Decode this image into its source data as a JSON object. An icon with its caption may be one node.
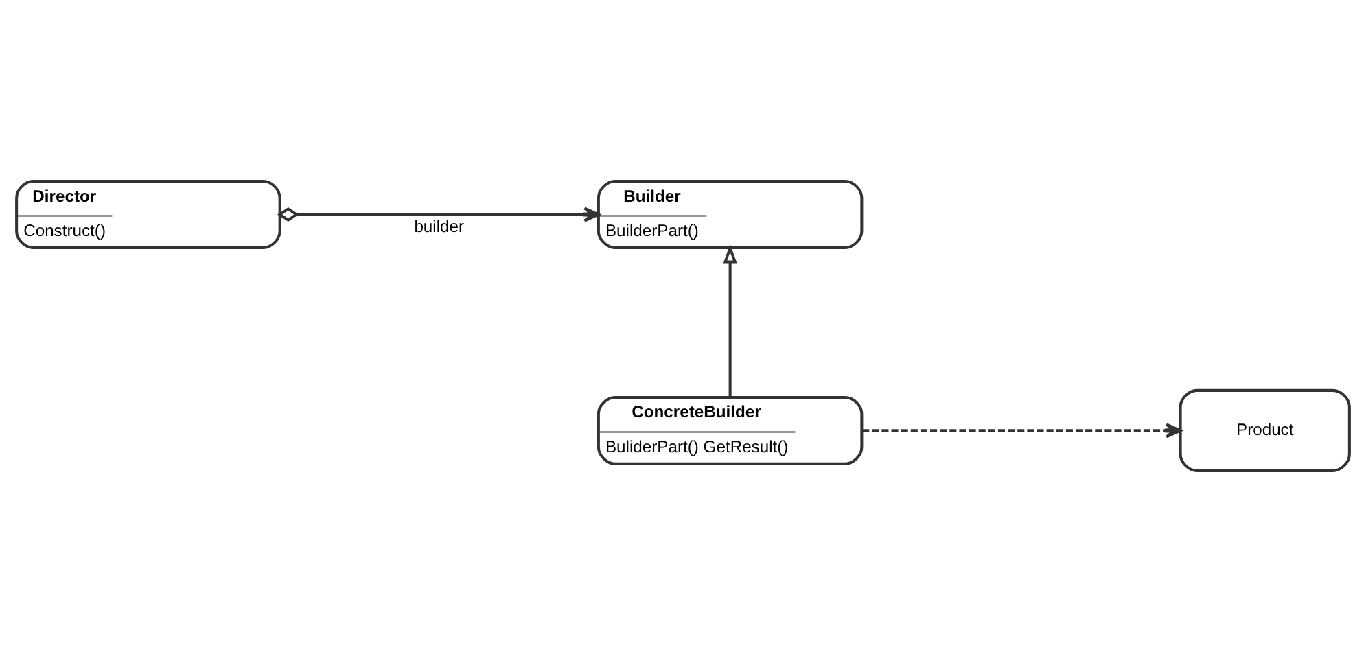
{
  "diagram": {
    "nodes": [
      {
        "text": [
          "Director",
          "Construct()"
        ]
      },
      {
        "text": [
          "Builder",
          "BuilderPart()"
        ]
      },
      {
        "text": [
          "ConcreteBuilder",
          "BuliderPart() GetResult()"
        ]
      },
      {
        "text": [
          "Product"
        ]
      }
    ],
    "edges": [
      {
        "from": 0,
        "to": 1,
        "arrow": "to",
        "label": "builder"
      },
      {
        "from": 2,
        "to": 1,
        "arrow": "to"
      },
      {
        "from": 2,
        "to": 3,
        "arrow": "to",
        "style": "dashed"
      }
    ]
  }
}
